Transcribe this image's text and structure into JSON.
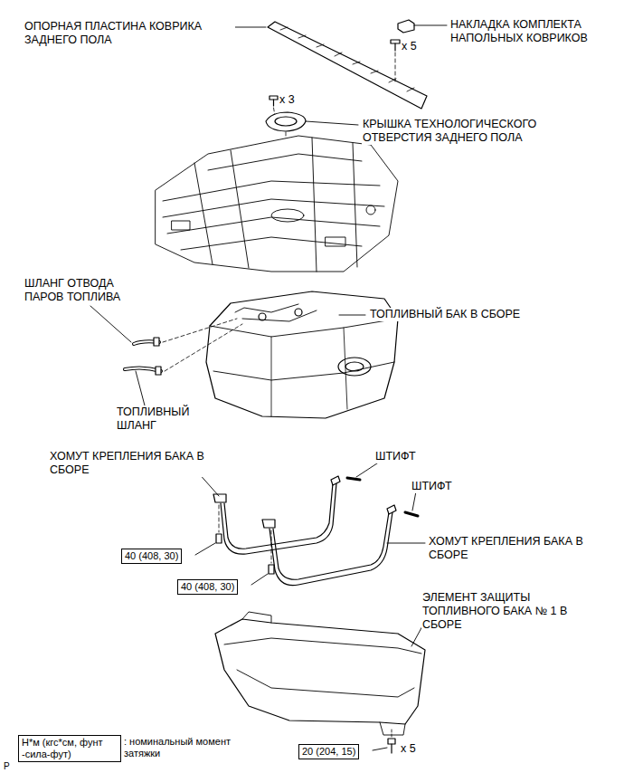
{
  "diagram": {
    "nodes": [
      {
        "text": [
          "40 (408, 30)"
        ]
      },
      {
        "text": [
          "40 (408, 30)"
        ]
      },
      {
        "text": [
          "20 (204, 15)"
        ]
      },
      {
        "text": [
          "Н*м (кгс*см, фунт -сила-фут)",
          ": номинальный момент затяжки"
        ]
      }
    ],
    "labels": [
      "ОПОРНАЯ ПЛАСТИНА КОВРИКА ЗАДНЕГО ПОЛА",
      "НАКЛАДКА КОМПЛЕКТА НАПОЛЬНЫХ КОВРИКОВ",
      "x 5",
      "x 3",
      "КРЫШКА ТЕХНОЛОГИЧЕСКОГО ОТВЕРСТИЯ ЗАДНЕГО ПОЛА",
      "ШЛАНГ ОТВОДА ПАРОВ ТОПЛИВА",
      "ТОПЛИВНЫЙ БАК В СБОРЕ",
      "ТОПЛИВНЫЙ ШЛАНГ",
      "ХОМУТ КРЕПЛЕНИЯ БАКА В СБОРЕ",
      "ШТИФТ",
      "ШТИФТ",
      "ХОМУТ КРЕПЛЕНИЯ БАКА В СБОРЕ",
      "ЭЛЕМЕНТ ЗАЩИТЫ ТОПЛИВНОГО БАКА № 1 В СБОРЕ",
      "x 5",
      "P"
    ]
  }
}
